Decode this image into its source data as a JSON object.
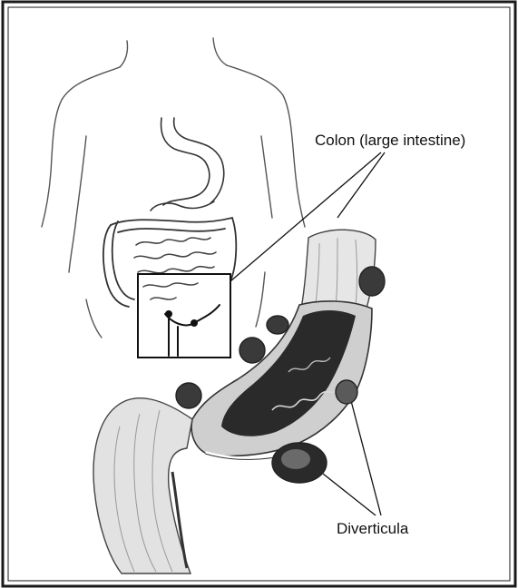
{
  "labels": {
    "colon": "Colon (large intestine)",
    "diverticula": "Diverticula"
  },
  "colors": {
    "ink": "#111111",
    "frame": "#1a1a1a",
    "shade": "#2a2a2a",
    "light_shade": "#bdbdbd",
    "background": "#ffffff"
  },
  "icons": {
    "body_outline": "torso-outline",
    "stomach": "stomach-outline",
    "colon_closeup": "colon-closeup-illustration"
  }
}
